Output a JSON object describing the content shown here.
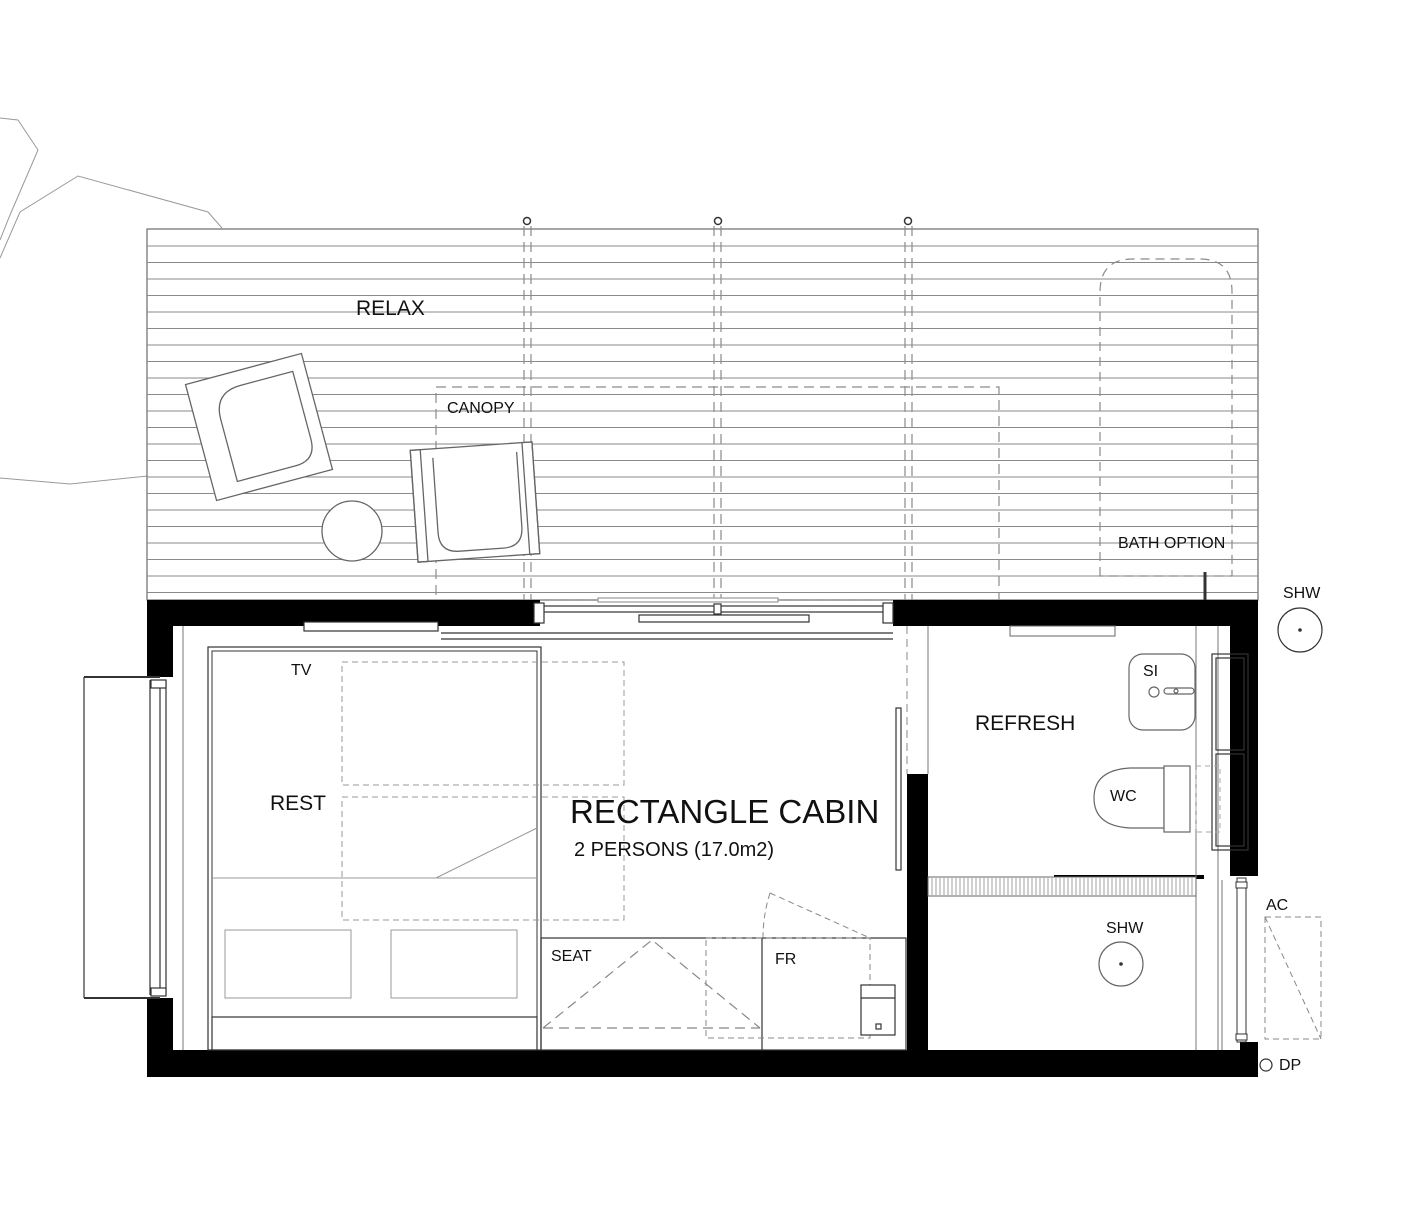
{
  "plan": {
    "title": "RECTANGLE CABIN",
    "subtitle": "2 PERSONS (17.0m2)"
  },
  "labels": {
    "relax": "RELAX",
    "canopy": "CANOPY",
    "bath_option": "BATH OPTION",
    "shw_outdoor": "SHW",
    "tv": "TV",
    "rest": "REST",
    "refresh": "REFRESH",
    "si": "SI",
    "wc": "WC",
    "shw_indoor": "SHW",
    "ac": "AC",
    "seat": "SEAT",
    "fr": "FR",
    "dp": "DP"
  },
  "colors": {
    "wall": "#000000",
    "line": "#555555",
    "dashed": "#8a8a8a",
    "background": "#ffffff"
  }
}
